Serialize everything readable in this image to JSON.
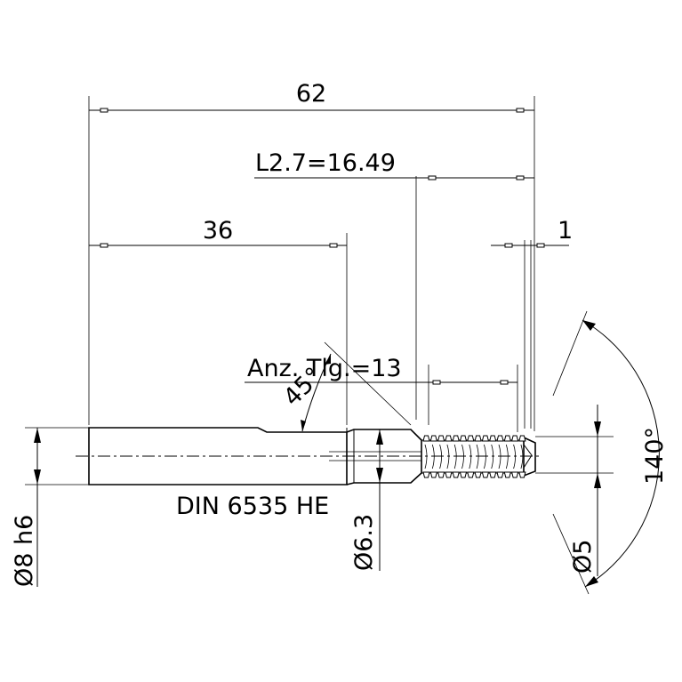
{
  "dimensions": {
    "overall_length": "62",
    "thread_length": "L2.7=16.49",
    "shank_length": "36",
    "tip_offset": "1",
    "thread_count": "Anz. Tlg.=13",
    "chamfer_angle": "45°",
    "point_angle": "140°",
    "shank_diameter": "Ø8 h6",
    "neck_diameter": "Ø6.3",
    "thread_diameter": "Ø5",
    "standard": "DIN 6535 HE"
  }
}
